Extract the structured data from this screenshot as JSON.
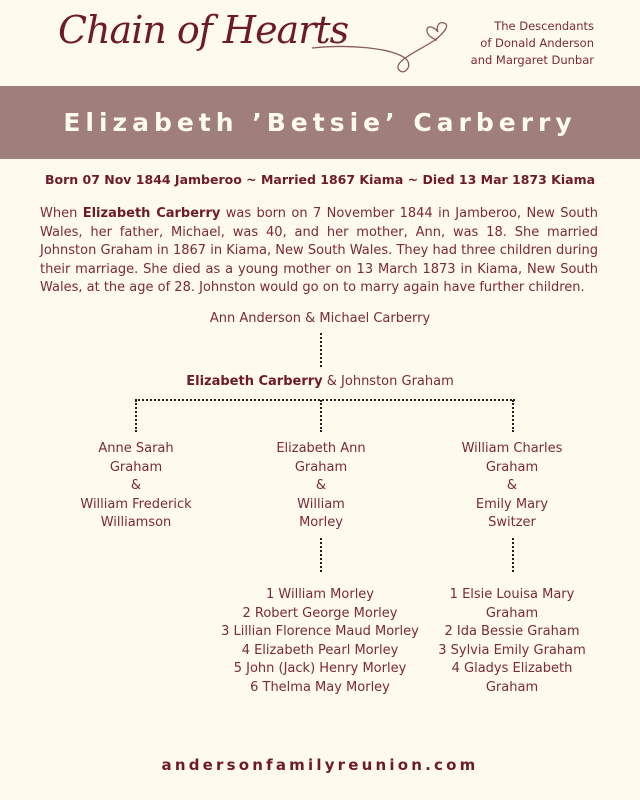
{
  "header": {
    "logo_text": "Chain of Hearts",
    "descendants_lines": [
      "The Descendants",
      "of Donald Anderson",
      "and Margaret Dunbar"
    ]
  },
  "title": "Elizabeth ’Betsie’ Carberry",
  "vitals": "Born 07 Nov 1844 Jamberoo ~ Married 1867 Kiama ~ Died 13 Mar 1873 Kiama",
  "bio": {
    "intro": "When ",
    "name": "Elizabeth Carberry",
    "rest": " was born on 7 November 1844 in Jamberoo, New South Wales, her father, Michael, was 40, and her mother, Ann, was 18. She married Johnston Graham in 1867 in Kiama, New South Wales. They had three children during their marriage. She died as a young mother on 13 March 1873 in Kiama, New South Wales, at the age of 28. Johnston would go on to marry again have further children."
  },
  "tree": {
    "parents": "Ann Anderson & Michael Carberry",
    "couple_subject": "Elizabeth Carberry",
    "couple_rest": " & Johnston Graham",
    "children": [
      {
        "lines": [
          "Anne Sarah",
          "Graham",
          "&",
          "William Frederick",
          "Williamson"
        ]
      },
      {
        "lines": [
          "Elizabeth Ann",
          "Graham",
          "&",
          "William",
          "Morley"
        ],
        "grandchildren": [
          "1 William Morley",
          "2 Robert George Morley",
          "3 Lillian Florence Maud Morley",
          "4 Elizabeth Pearl Morley",
          "5 John (Jack) Henry Morley",
          "6 Thelma May Morley"
        ]
      },
      {
        "lines": [
          "William Charles",
          "Graham",
          "&",
          "Emily Mary",
          "Switzer"
        ],
        "grandchildren": [
          "1 Elsie Louisa Mary",
          "Graham",
          "2 Ida Bessie Graham",
          "3 Sylvia Emily Graham",
          "4 Gladys Elizabeth",
          "Graham"
        ]
      }
    ]
  },
  "footer": "andersonfamilyreunion.com"
}
